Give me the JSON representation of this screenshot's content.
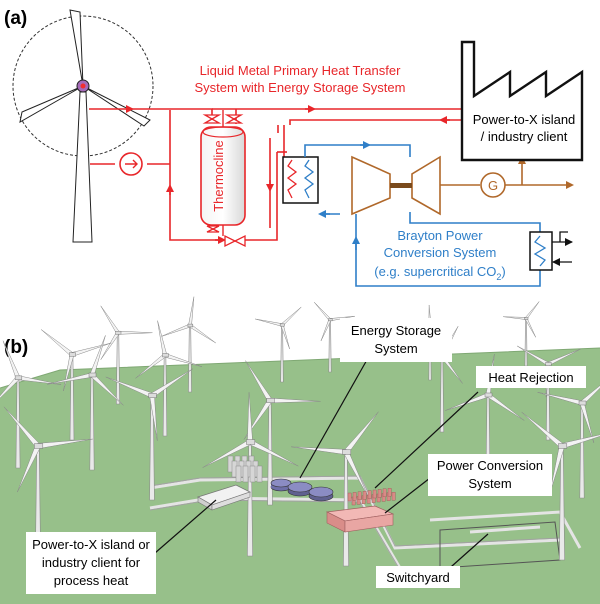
{
  "panel_a": {
    "label": "(a)",
    "heat_transfer_label": [
      "Liquid Metal Primary Heat Transfer",
      "System with Energy Storage System"
    ],
    "thermocline_label": "Thermocline",
    "p2x_label": [
      "Power-to-X island",
      "/ industry client"
    ],
    "generator_label": "G",
    "brayton_label": [
      "Brayton Power",
      "Conversion System"
    ],
    "brayton_example_prefix": "(e.g. supercritical CO",
    "brayton_example_sub": "2",
    "brayton_example_suffix": ")",
    "colors": {
      "liquid_metal": "#e8262a",
      "brayton": "#2f7fc8",
      "turbine": "#b0682a",
      "factory": "#111111"
    }
  },
  "panel_b": {
    "label": "(b)",
    "energy_storage_label": [
      "Energy Storage",
      "System"
    ],
    "heat_rejection_label": "Heat Rejection",
    "power_conversion_label": [
      "Power Conversion",
      "System"
    ],
    "p2x_label": [
      "Power-to-X island or",
      "industry client for",
      "process heat"
    ],
    "switchyard_label": "Switchyard",
    "colors": {
      "ground": "#97c08a",
      "storage": "#6e6fa8",
      "power_conversion": "#e9a6a3"
    }
  }
}
